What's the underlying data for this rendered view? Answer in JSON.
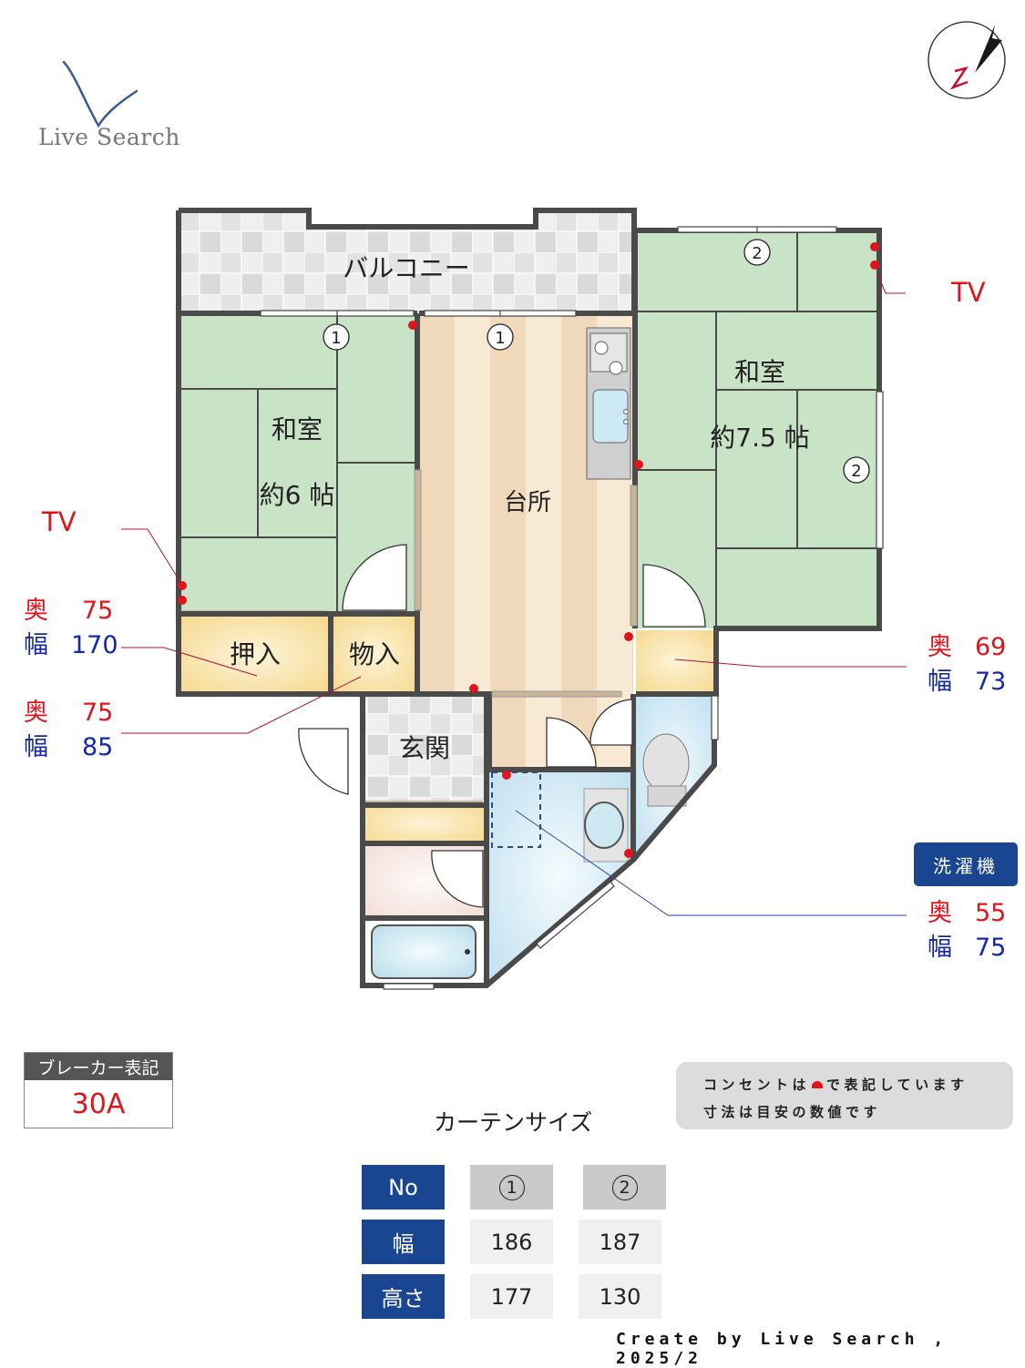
{
  "logo": {
    "text": "Live Search",
    "icon": "v-checkmark-logo",
    "color": "#3a5a98"
  },
  "compass": {
    "label": "N",
    "icon": "north-arrow-icon"
  },
  "rooms": {
    "balcony": "バルコニー",
    "washitsu_left": {
      "name": "和室",
      "size": "約6 帖"
    },
    "kitchen": "台所",
    "washitsu_right": {
      "name": "和室",
      "size": "約7.5 帖"
    },
    "oshiire": "押入",
    "monoire": "物入",
    "genkan": "玄関"
  },
  "window_markers": {
    "one": "1",
    "two": "2"
  },
  "annotations": {
    "tv_left": "TV",
    "tv_right": "TV",
    "oshiire": {
      "depth_label": "奥",
      "depth": "75",
      "width_label": "幅",
      "width": "170"
    },
    "monoire": {
      "depth_label": "奥",
      "depth": "75",
      "width_label": "幅",
      "width": "85"
    },
    "closet_right": {
      "depth_label": "奥",
      "depth": "69",
      "width_label": "幅",
      "width": "73"
    },
    "washer": {
      "badge": "洗濯機",
      "depth_label": "奥",
      "depth": "55",
      "width_label": "幅",
      "width": "75"
    }
  },
  "breaker": {
    "title": "ブレーカー表記",
    "value": "30A"
  },
  "note": {
    "line1_before": "コンセントは",
    "line1_after": "で表記しています",
    "line2": "寸法は目安の数値です"
  },
  "curtain": {
    "title": "カーテンサイズ",
    "headers": [
      "No",
      "幅",
      "高さ"
    ],
    "columns": [
      {
        "no": "1",
        "width": "186",
        "height": "177"
      },
      {
        "no": "2",
        "width": "187",
        "height": "130"
      }
    ]
  },
  "footer": "Create by Live Search , 2025/2",
  "colors": {
    "accent_red": "#e0141c",
    "accent_blue": "#1528a8",
    "header_navy": "#1a4590",
    "tatami": "#c8e3c6",
    "wall": "#4a4a4a"
  }
}
